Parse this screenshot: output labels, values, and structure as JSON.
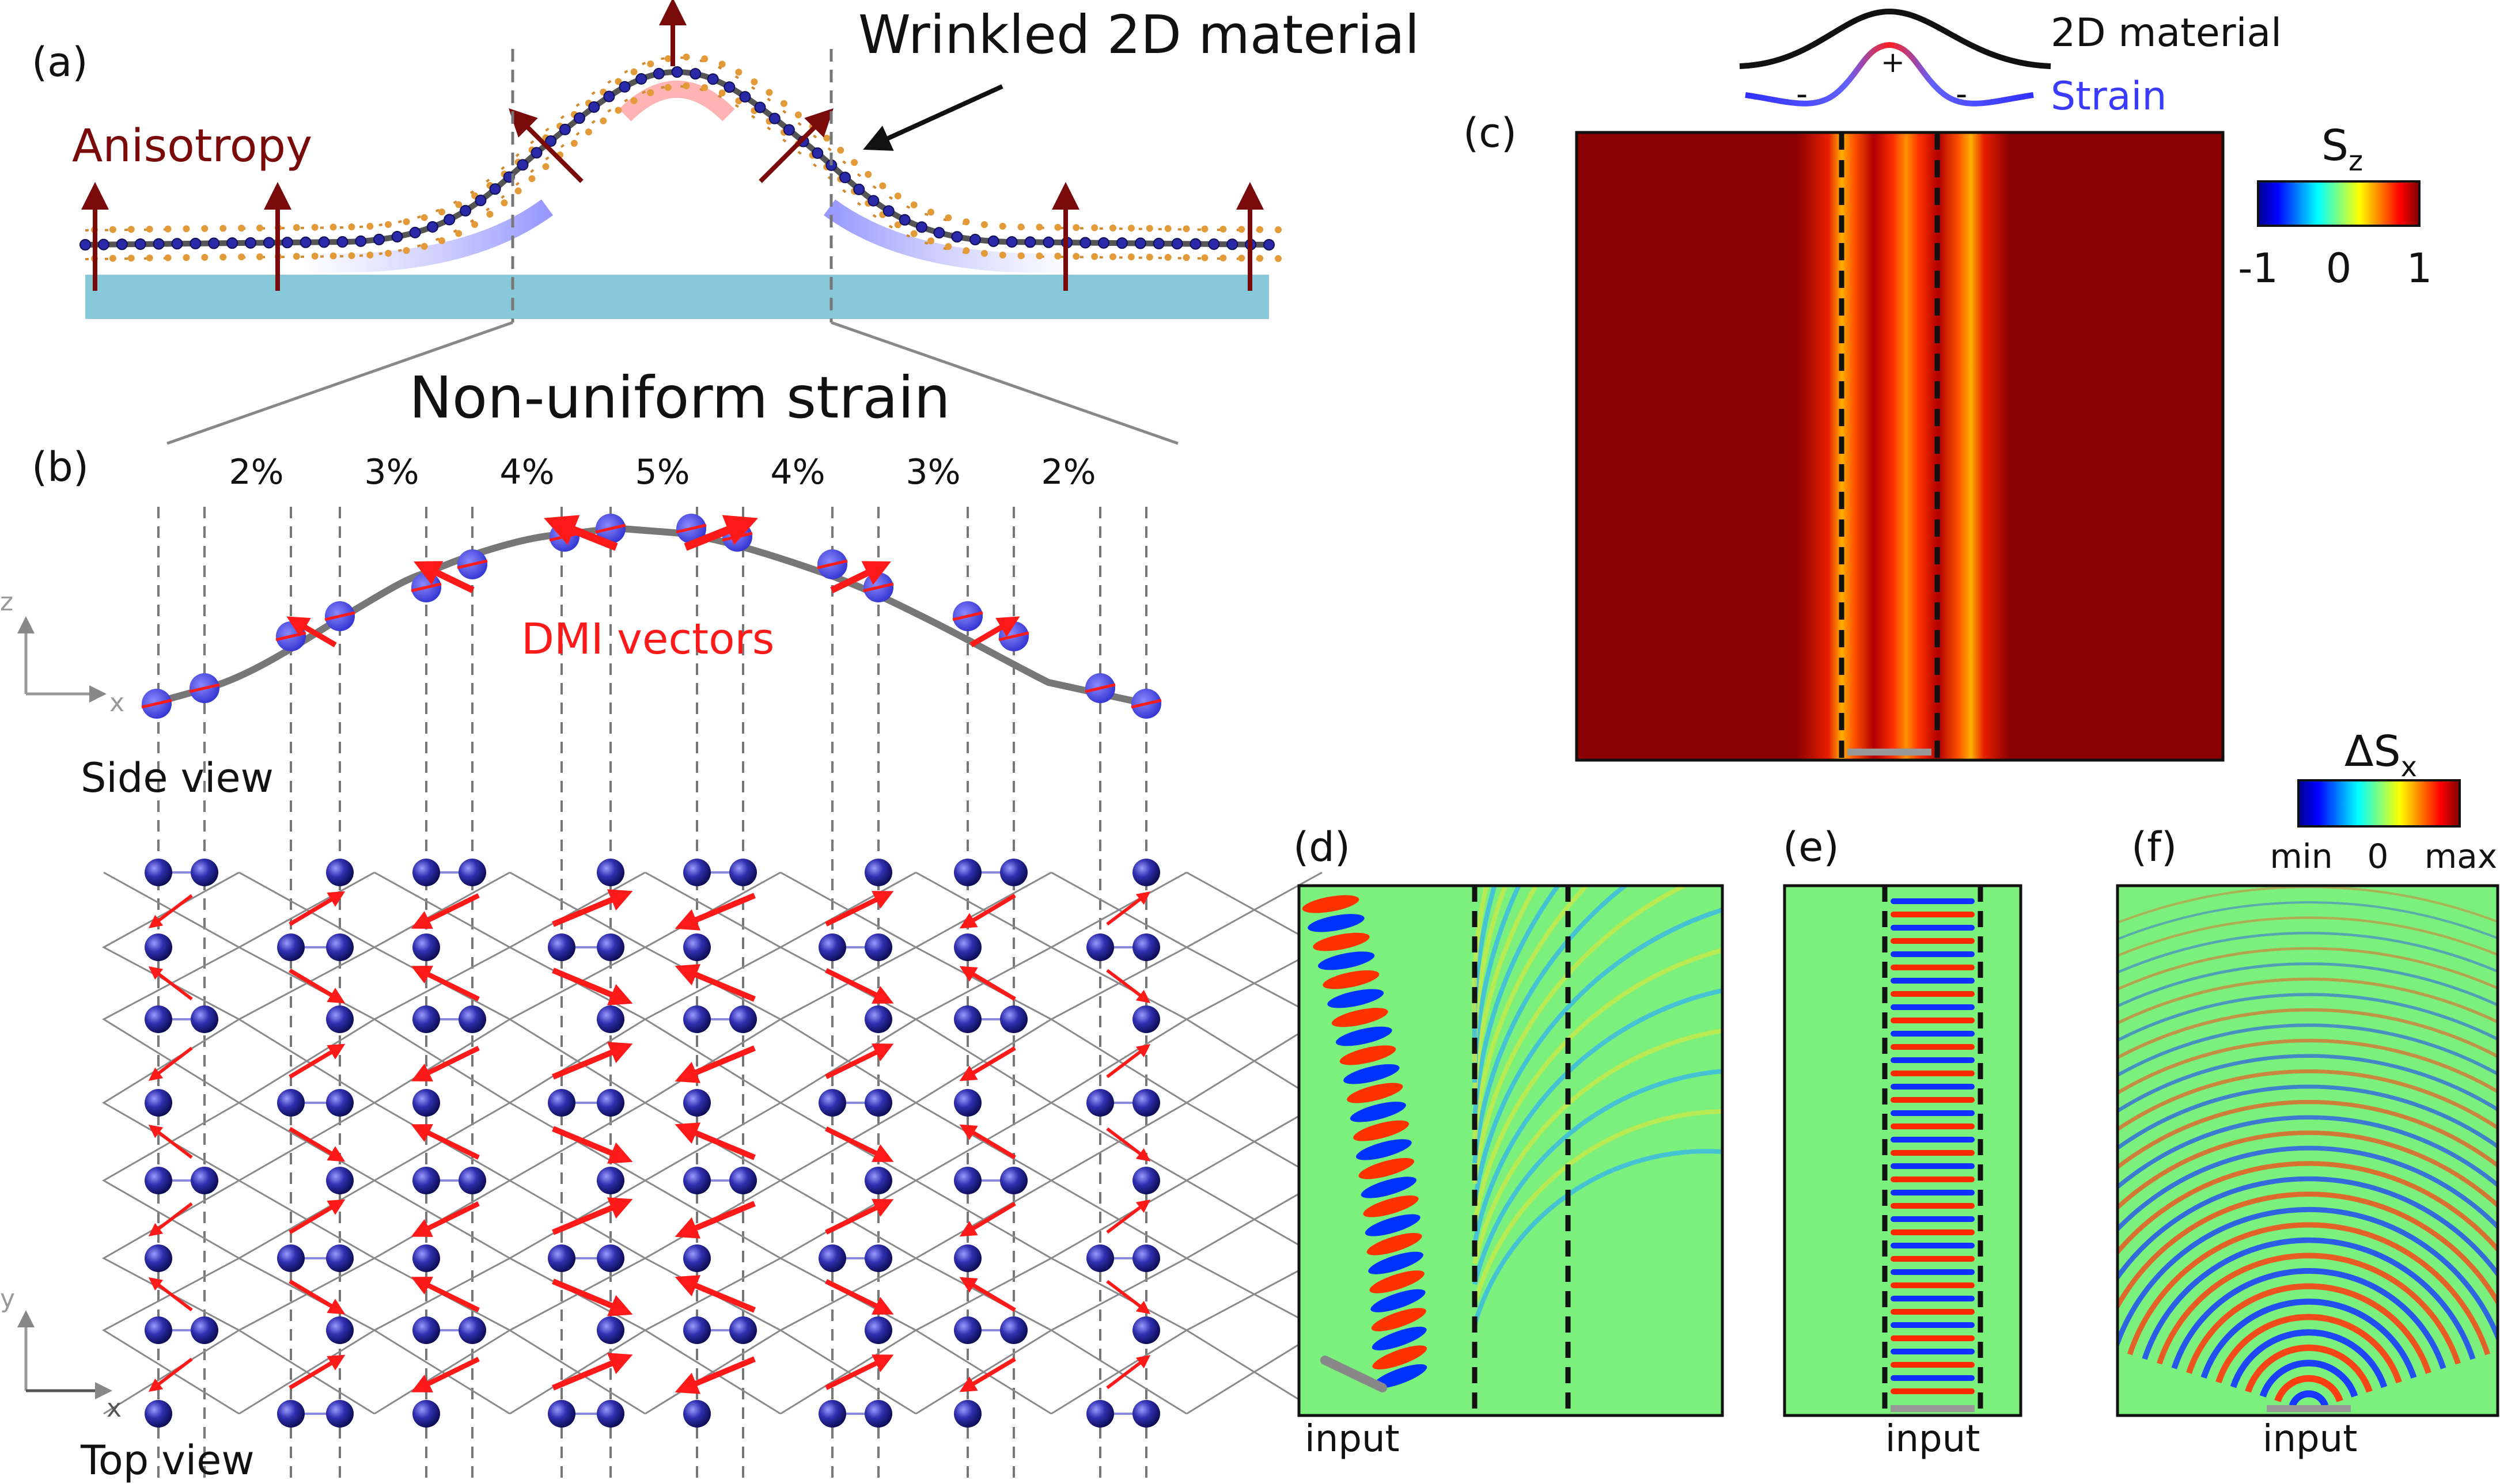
{
  "panels": {
    "a": {
      "label": "(a)",
      "title": "Wrinkled 2D material",
      "anisotropy": "Anisotropy"
    },
    "b": {
      "label": "(b)",
      "title": "Non-uniform strain",
      "strains": [
        "2%",
        "3%",
        "4%",
        "5%",
        "4%",
        "3%",
        "2%"
      ],
      "dmi_label": "DMI vectors",
      "side_view": "Side view",
      "top_view": "Top view",
      "axes_side": {
        "vertical": "z",
        "horizontal": "x"
      },
      "axes_top": {
        "vertical": "y",
        "horizontal": "x"
      }
    },
    "c": {
      "label": "(c)",
      "legend_material": "2D material",
      "legend_strain": "Strain",
      "plus": "+",
      "minus": "-",
      "colorbar_title": "S",
      "colorbar_sub": "z",
      "colorbar_ticks": [
        "-1",
        "0",
        "1"
      ]
    },
    "d": {
      "label": "(d)",
      "input": "input"
    },
    "e": {
      "label": "(e)",
      "input": "input"
    },
    "f": {
      "label": "(f)",
      "input": "input"
    },
    "colorbar_dsx": {
      "title": "ΔS",
      "sub": "x",
      "ticks": [
        "min",
        "0",
        "max"
      ]
    }
  },
  "colors": {
    "substrate": "#88c9d9",
    "arrow_dark": "#7a0a0a",
    "dmi_red": "#ff1a1a",
    "atom_blue": "#2a2aa8",
    "map_dark_red": "#8b0000",
    "field_green": "#7cf07c"
  }
}
